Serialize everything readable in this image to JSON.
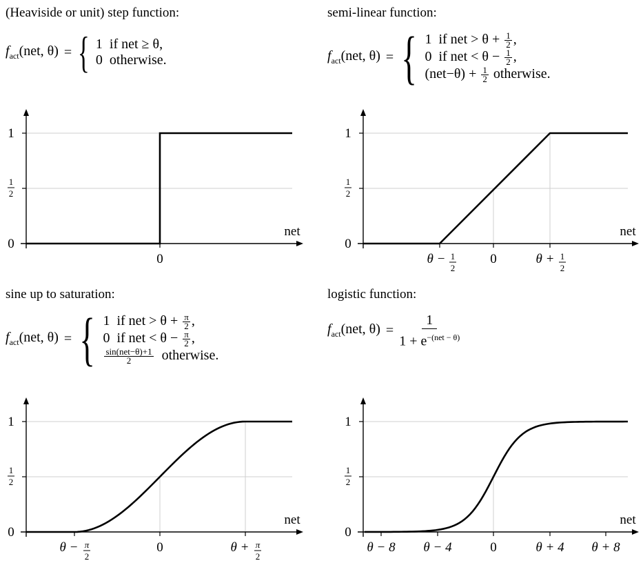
{
  "panels": [
    {
      "title": "(Heaviside or unit) step function:",
      "func": "f",
      "func_sub": "act",
      "func_args": "(net, θ)",
      "equals": "=",
      "cases": [
        {
          "value": "1",
          "condition": "if net ≥ θ,"
        },
        {
          "value": "0",
          "condition": "otherwise."
        }
      ],
      "y_ticks": [
        "1",
        "1/2",
        "0"
      ],
      "x_ticks": [
        "0"
      ],
      "x_axis_label": "net"
    },
    {
      "title": "semi-linear function:",
      "func": "f",
      "func_sub": "act",
      "func_args": "(net, θ)",
      "equals": "=",
      "cases": [
        {
          "value": "1",
          "condition_pre": "if net > θ + ",
          "frac_num": "1",
          "frac_den": "2",
          "condition_post": ","
        },
        {
          "value": "0",
          "condition_pre": "if net < θ − ",
          "frac_num": "1",
          "frac_den": "2",
          "condition_post": ","
        },
        {
          "value": "(net−θ) + ",
          "condition_pre": "",
          "frac_num": "1",
          "frac_den": "2",
          "condition_post": " otherwise."
        }
      ],
      "y_ticks": [
        "1",
        "1/2",
        "0"
      ],
      "x_ticks": [
        "θ − 1/2",
        "0",
        "θ + 1/2"
      ],
      "x_axis_label": "net"
    },
    {
      "title": "sine up to saturation:",
      "func": "f",
      "func_sub": "act",
      "func_args": "(net, θ)",
      "equals": "=",
      "cases": [
        {
          "value": "1",
          "condition_pre": "if net > θ + ",
          "frac_num": "π",
          "frac_den": "2",
          "condition_post": ","
        },
        {
          "value": "0",
          "condition_pre": "if net < θ − ",
          "frac_num": "π",
          "frac_den": "2",
          "condition_post": ","
        },
        {
          "value_frac_num": "sin(net−θ)+1",
          "value_frac_den": "2",
          "condition_post": "otherwise."
        }
      ],
      "y_ticks": [
        "1",
        "1/2",
        "0"
      ],
      "x_ticks": [
        "θ − π/2",
        "0",
        "θ + π/2"
      ],
      "x_axis_label": "net"
    },
    {
      "title": "logistic function:",
      "func": "f",
      "func_sub": "act",
      "func_args": "(net, θ)",
      "equals": "=",
      "frac_num": "1",
      "frac_den": "1 + e",
      "frac_den_exp": "−(net − θ)",
      "y_ticks": [
        "1",
        "1/2",
        "0"
      ],
      "x_ticks": [
        "θ − 8",
        "θ − 4",
        "0",
        "θ + 4",
        "θ + 8"
      ],
      "x_axis_label": "net"
    }
  ]
}
